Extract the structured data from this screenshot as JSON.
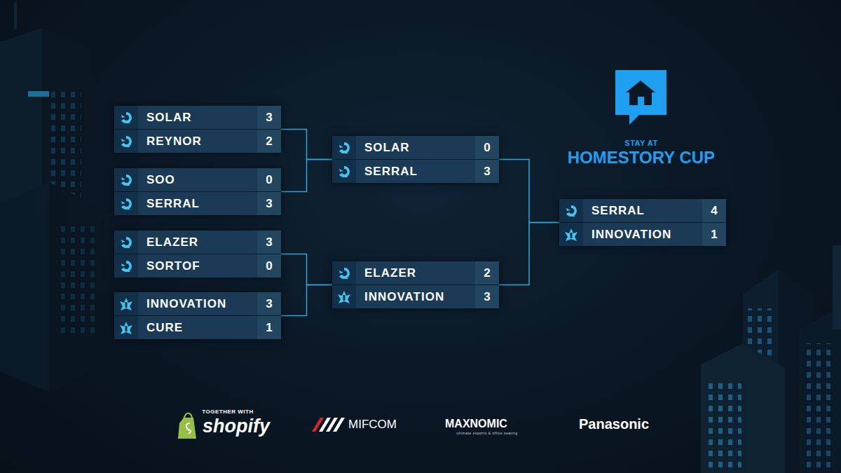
{
  "diagram": {
    "nodes": [
      {
        "text": [
          "SOLAR",
          "3",
          "REYNOR",
          "2"
        ]
      },
      {
        "text": [
          "SOO",
          "0",
          "SERRAL",
          "3"
        ]
      },
      {
        "text": [
          "ELAZER",
          "3",
          "SORTOF",
          "0"
        ]
      },
      {
        "text": [
          "INNOVATION",
          "3",
          "CURE",
          "1"
        ]
      },
      {
        "text": [
          "SOLAR",
          "0",
          "SERRAL",
          "3"
        ]
      },
      {
        "text": [
          "ELAZER",
          "2",
          "INNOVATION",
          "3"
        ]
      },
      {
        "text": [
          "SERRAL",
          "4",
          "INNOVATION",
          "1"
        ]
      }
    ],
    "edges": [
      {
        "from": 0,
        "to": 4,
        "arrow": "none"
      },
      {
        "from": 1,
        "to": 4,
        "arrow": "none"
      },
      {
        "from": 2,
        "to": 5,
        "arrow": "none"
      },
      {
        "from": 3,
        "to": 5,
        "arrow": "none"
      },
      {
        "from": 4,
        "to": 6,
        "arrow": "none"
      },
      {
        "from": 5,
        "to": 6,
        "arrow": "none"
      }
    ],
    "labels": [
      "STAY AT",
      "HOMESTORY CUP",
      "TOGETHER WITH",
      "shopify",
      "MIFCOM",
      "MAXNOMIC",
      "ultimate esports & office seating",
      "Panasonic"
    ]
  }
}
